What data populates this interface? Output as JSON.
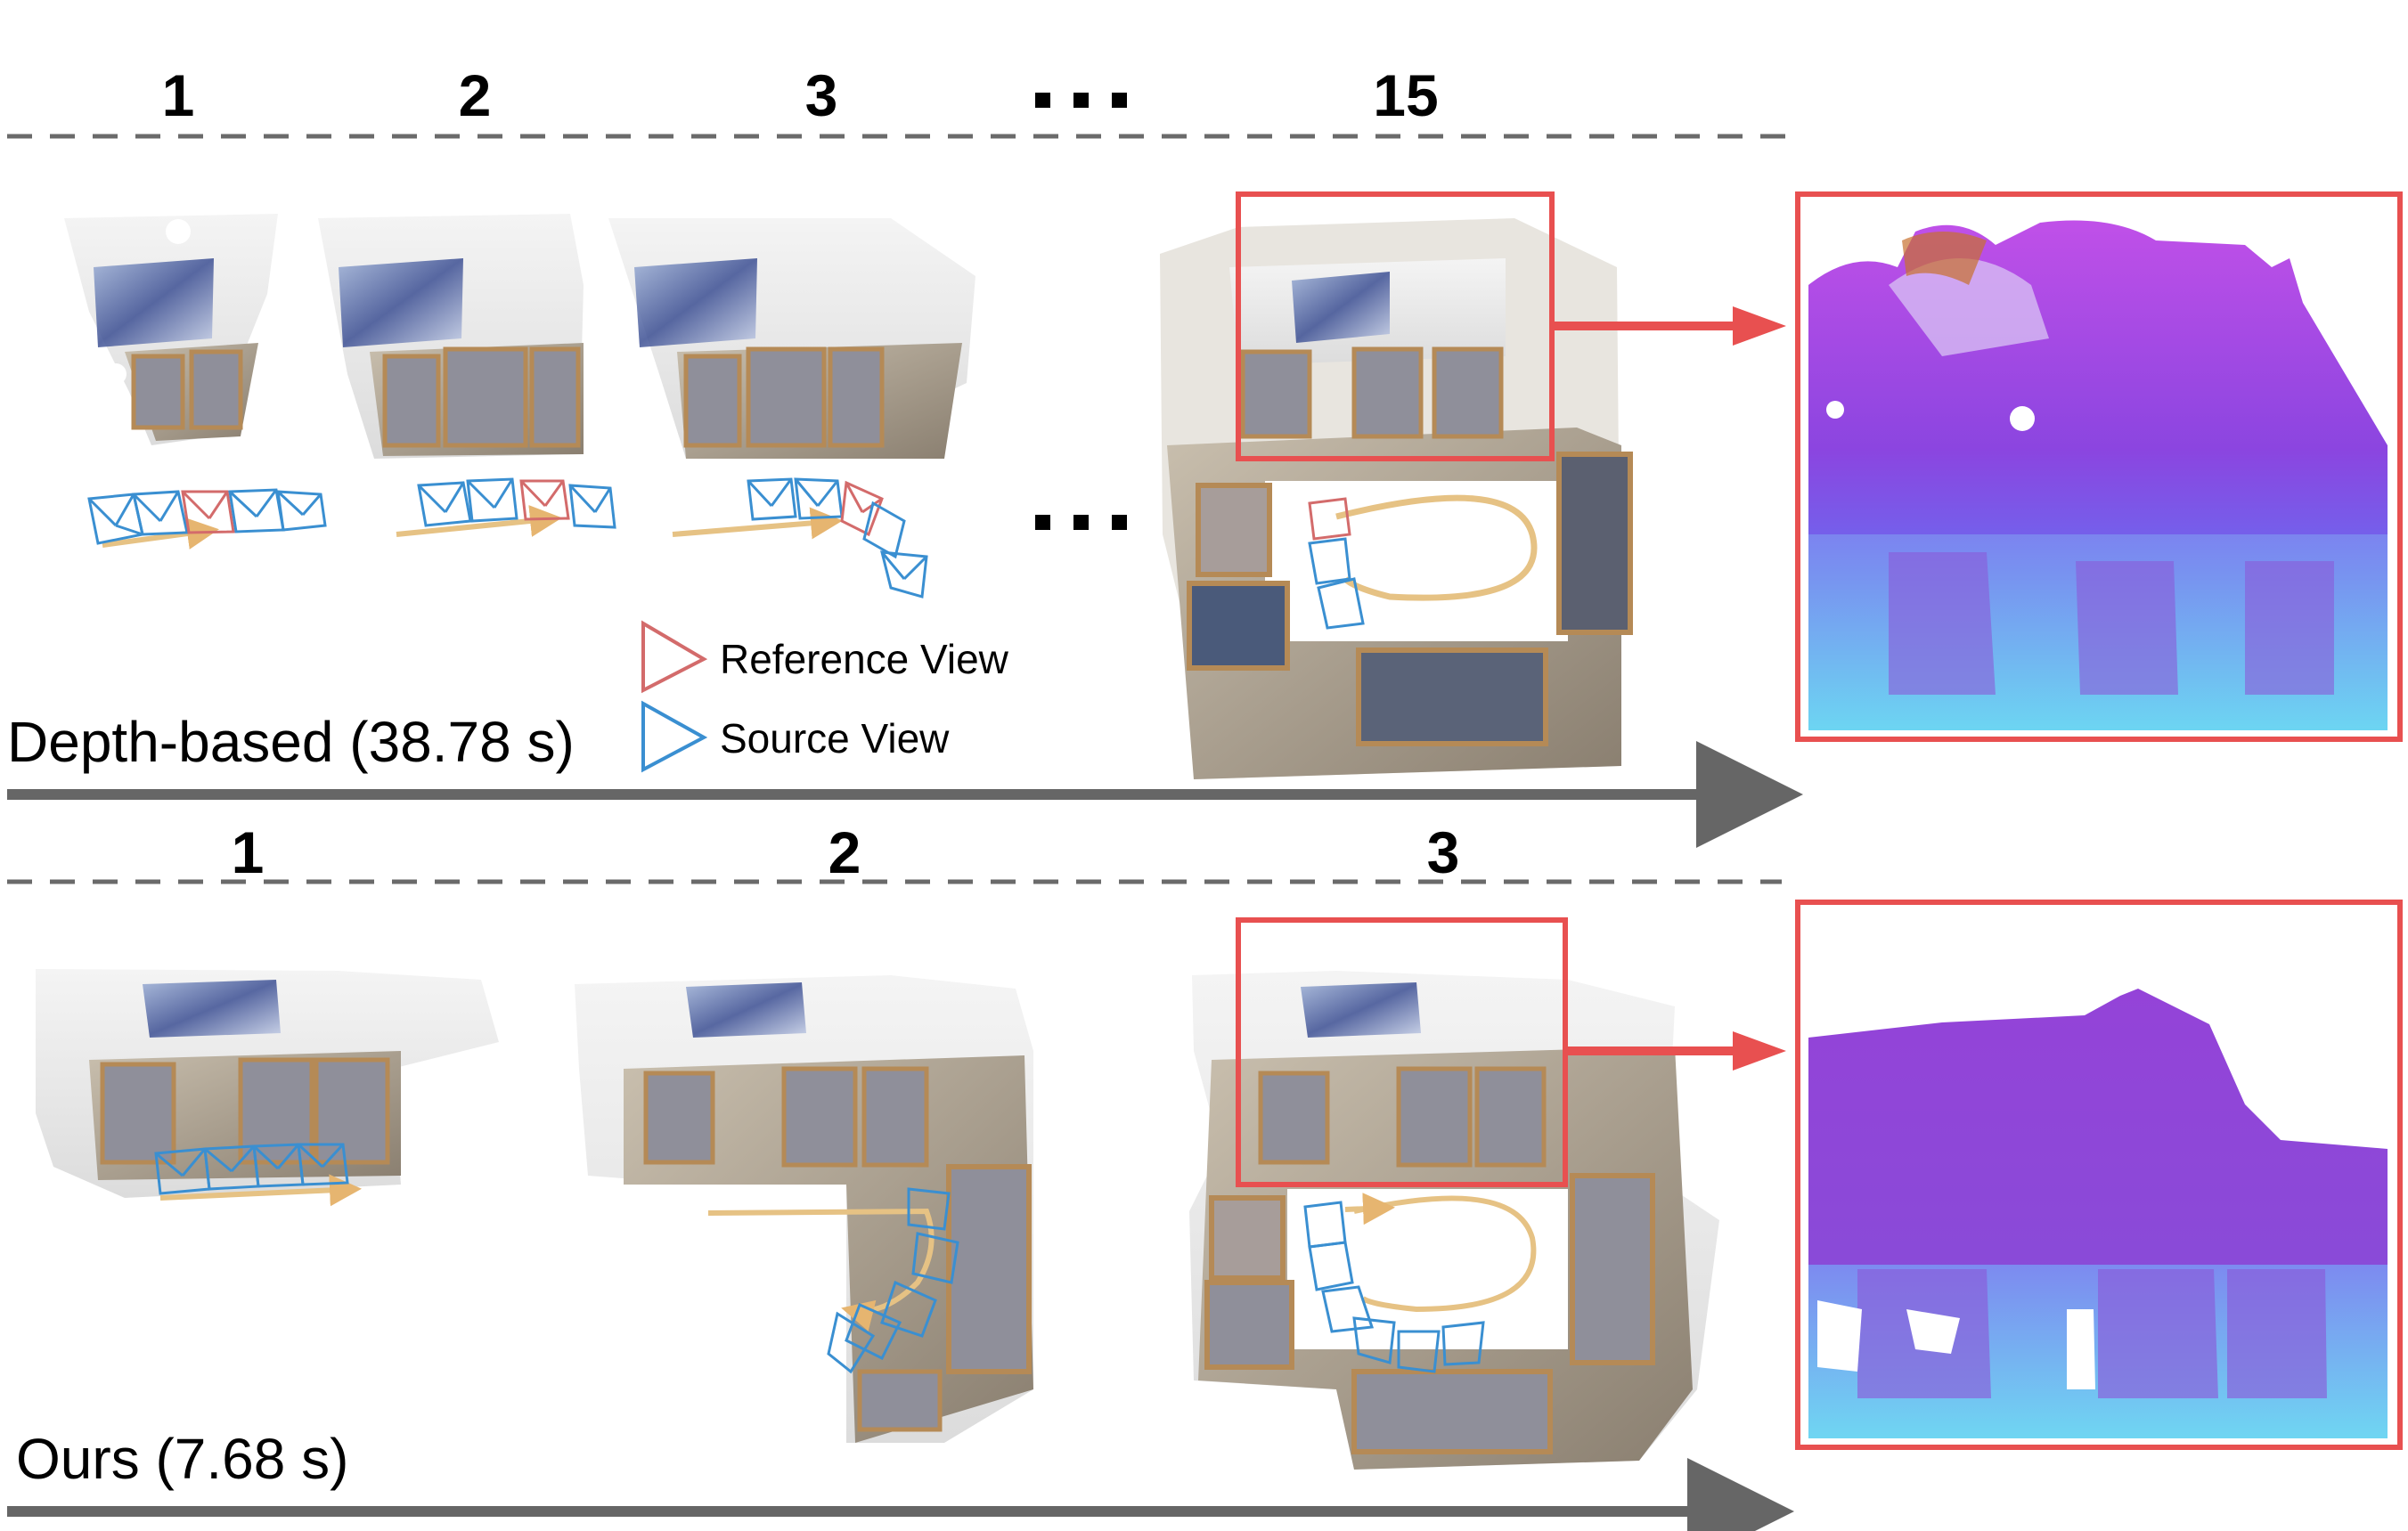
{
  "top_row": {
    "step_labels": [
      "1",
      "2",
      "3",
      "15"
    ],
    "ellipsis": "...",
    "title": "Depth-based (38.78 s)"
  },
  "bottom_row": {
    "step_labels": [
      "1",
      "2",
      "3"
    ],
    "title": "Ours (7.68 s)"
  },
  "legend": {
    "reference": "Reference View",
    "source": "Source View"
  },
  "colors": {
    "highlight": "#e85050",
    "reference_camera": "#d36b6b",
    "source_camera": "#3a8fd1",
    "trajectory": "#e6c284",
    "timeline": "#666666",
    "dash": "#6a6a6a"
  }
}
